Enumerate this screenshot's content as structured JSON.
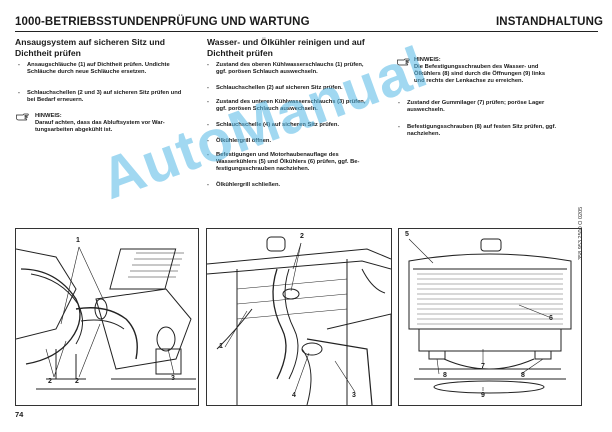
{
  "header": {
    "left_title": "1000-BETRIEBSSTUNDENPRÜFUNG UND WARTUNG",
    "right_title": "INSTANDHALTUNG"
  },
  "col1": {
    "heading_line1": "Ansaugsystem auf sicheren Sitz und",
    "heading_line2": "Dichtheit prüfen",
    "items": [
      {
        "dash": "-",
        "line1": "Ansaugschläuche (1) auf Dichtheit prüfen. Undichte",
        "line2": "Schläuche durch neue Schläuche ersetzen."
      },
      {
        "dash": "-",
        "line1": "Schlauchschellen (2 und 3) auf sicheren Sitz prüfen und",
        "line2": "bei Bedarf erneuern."
      }
    ],
    "hint_label": "HINWEIS:",
    "hint_line1": "Darauf achten, dass das Abluftsystem vor War-",
    "hint_line2": "tungsarbeiten abgekühlt ist."
  },
  "col2": {
    "heading_line1": "Wasser- und Ölkühler reinigen und auf",
    "heading_line2": "Dichtheit prüfen",
    "items": [
      {
        "dash": "-",
        "line1": "Zustand des oberen Kühlwasserschlauchs (1) prüfen,",
        "line2": "ggf. porösen Schlauch auswechseln."
      },
      {
        "dash": "-",
        "line1": "Schlauchschellen (2) auf sicheren Sitz prüfen.",
        "line2": ""
      },
      {
        "dash": "-",
        "line1": "Zustand des unteren Kühlwasserschlauchs (3) prüfen,",
        "line2": "ggf. porösen Schlauch auswechseln."
      },
      {
        "dash": "-",
        "line1": "Schlauchschelle (4) auf sicheren Sitz prüfen.",
        "line2": ""
      },
      {
        "dash": "-",
        "line1": "Ölkühlergrill öffnen.",
        "line2": ""
      },
      {
        "dash": "-",
        "line1": "Befestigungen und Motorhaubenauflage des",
        "line2": "Wasserkühlers (5) und Ölkühlers (6) prüfen, ggf. Be-",
        "line3": "festigungsschrauben nachziehen."
      },
      {
        "dash": "-",
        "line1": "Ölkühlergrill schließen.",
        "line2": ""
      }
    ]
  },
  "col3": {
    "hint_label": "HINWEIS:",
    "hint_line1": "Die Befestigungsschrauben des Wasser- und",
    "hint_line2": "Ölkühlers (8) sind durch die Öffnungen (9) links",
    "hint_line3": "und rechts der Lenkachse zu erreichen.",
    "items": [
      {
        "dash": "-",
        "line1": "Zustand der Gummilager (7) prüfen; poröse Lager",
        "line2": "auswechseln."
      },
      {
        "dash": "-",
        "line1": "Befestigungsschrauben (8) auf festen Sitz prüfen, ggf.",
        "line2": "nachziehen."
      }
    ]
  },
  "figures": {
    "fig1_callouts": [
      "1",
      "2",
      "2",
      "3"
    ],
    "fig2_callouts": [
      "2",
      "1",
      "4",
      "3"
    ],
    "fig3_callouts": [
      "5",
      "6",
      "7",
      "8",
      "8",
      "9"
    ]
  },
  "side_code": "358 953 2500 O 0205",
  "page_number": "74",
  "watermark": "AutoManual"
}
